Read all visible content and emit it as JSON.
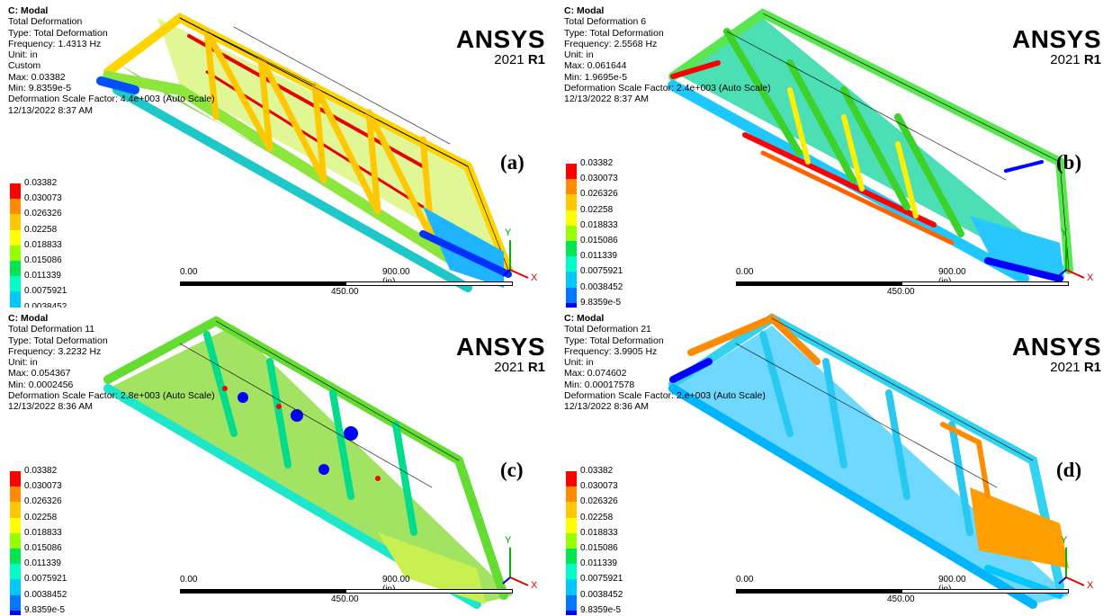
{
  "legend": {
    "values": [
      "0.03382",
      "0.030073",
      "0.026326",
      "0.02258",
      "0.018833",
      "0.015086",
      "0.011339",
      "0.0075921",
      "0.0038452",
      "9.8359e-5"
    ],
    "colors": [
      "#ff0000",
      "#ff8c00",
      "#ffc800",
      "#ffff00",
      "#96ff00",
      "#00e650",
      "#00ffc8",
      "#00c8ff",
      "#0078ff",
      "#0000ff"
    ]
  },
  "scale": {
    "start": "0.00",
    "end": "900.00 (in)",
    "mid": "450.00"
  },
  "logo": {
    "name": "ANSYS",
    "version": "2021",
    "release": "R1"
  },
  "triad": {
    "y": "Y",
    "x": "X"
  },
  "panels": [
    {
      "label": "(a)",
      "info": [
        "C: Modal",
        "Total Deformation",
        "Type: Total Deformation",
        "Frequency: 1.4313 Hz",
        "Unit: in",
        "Custom",
        "Max: 0.03382",
        "Min: 9.8359e-5",
        "Deformation Scale Factor: 4.4e+003 (Auto Scale)",
        "12/13/2022 8:37 AM"
      ],
      "legend_count": 9
    },
    {
      "label": "(b)",
      "info": [
        "C: Modal",
        "Total Deformation 6",
        "Type: Total Deformation",
        "Frequency: 2.5568 Hz",
        "Unit: in",
        "Max: 0.061644",
        "Min: 1.9695e-5",
        "Deformation Scale Factor: 2.4e+003 (Auto Scale)",
        "12/13/2022 8:37 AM"
      ],
      "legend_count": 10
    },
    {
      "label": "(c)",
      "info": [
        "C: Modal",
        "Total Deformation 11",
        "Type: Total Deformation",
        "Frequency: 3.2232 Hz",
        "Unit: in",
        "Max: 0.054367",
        "Min: 0.0002456",
        "Deformation Scale Factor: 2.8e+003 (Auto Scale)",
        "12/13/2022 8:36 AM"
      ],
      "legend_count": 10
    },
    {
      "label": "(d)",
      "info": [
        "C: Modal",
        "Total Deformation 21",
        "Type: Total Deformation",
        "Frequency: 3.9905 Hz",
        "Unit: in",
        "Max: 0.074602",
        "Min: 0.00017578",
        "Deformation Scale Factor: 2.e+003 (Auto Scale)",
        "12/13/2022 8:36 AM"
      ],
      "legend_count": 10
    }
  ]
}
